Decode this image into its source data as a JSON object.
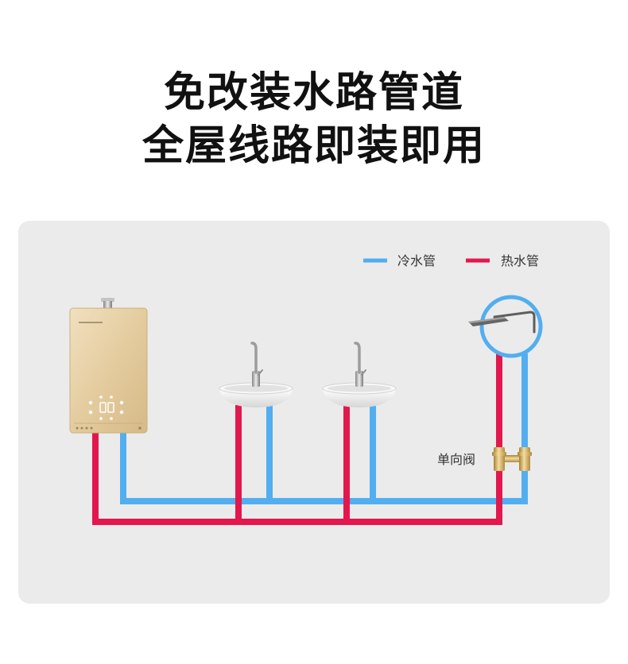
{
  "title": {
    "line1": "免改装水路管道",
    "line2": "全屋线路即装即用"
  },
  "legend": {
    "cold": {
      "label": "冷水管",
      "color": "#52aef0"
    },
    "hot": {
      "label": "热水管",
      "color": "#e2174e"
    }
  },
  "valve": {
    "label": "单向阀"
  },
  "colors": {
    "panel_bg": "#ebebeb",
    "title_text": "#111111",
    "label_text": "#333333",
    "heater_gold": "#e4cc9f",
    "brass": "#d6b268"
  },
  "icons": {
    "heater": "water-heater-icon",
    "sink": "sink-icon",
    "shower": "shower-icon",
    "valve": "check-valve-icon"
  }
}
